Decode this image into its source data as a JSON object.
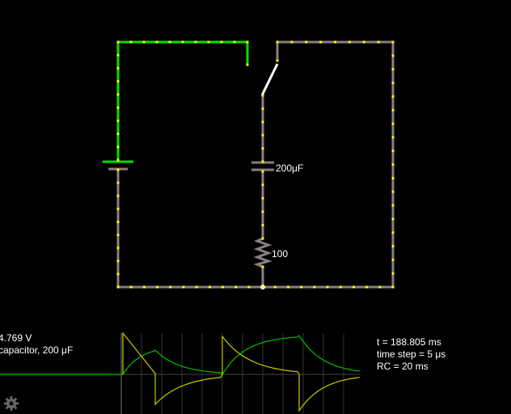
{
  "circuit": {
    "capacitor_label": "200μF",
    "resistor_label": "100",
    "colors": {
      "wire_neutral": "#8b7d80",
      "wire_powered": "#00dd00",
      "current_dots": "#ffff00",
      "switch": "#ffffff"
    }
  },
  "scope": {
    "left_lines": [
      "4.769 V",
      "capacitor, 200 μF"
    ],
    "right_lines": [
      "t = 188.805 ms",
      "time step = 5 μs",
      "RC = 20 ms"
    ],
    "colors": {
      "voltage": "#00c000",
      "current": "#c8c800",
      "grid": "#555555"
    }
  },
  "toolbar": {
    "settings_icon": "gear-icon"
  }
}
